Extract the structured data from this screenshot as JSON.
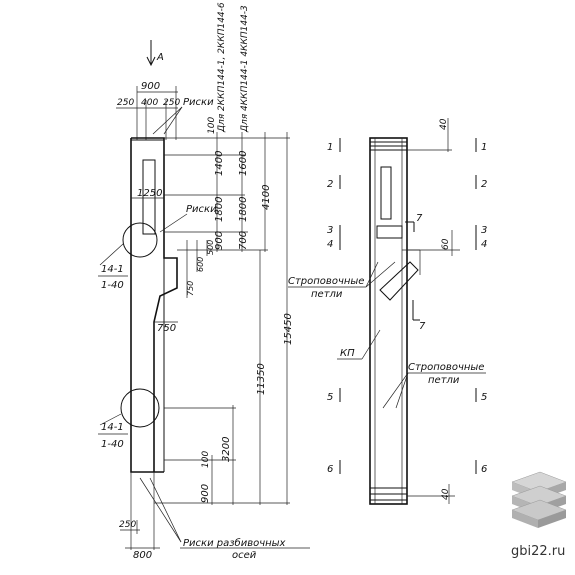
{
  "view_label": "A",
  "top_dims": [
    "900",
    "250",
    "400",
    "250"
  ],
  "marks_label": "Риски",
  "vdim_a": [
    "100",
    "1400",
    "1800",
    "900"
  ],
  "vdim_b": [
    "1600",
    "1800",
    "700"
  ],
  "vdim_total": [
    "4100",
    "15450"
  ],
  "column_labels": [
    "Для 2ККП144-1, 2ККП144-6",
    "Для 4ККП144-1  4ККП144-3"
  ],
  "dim_1250": "1250",
  "marks_label_2": "Риски",
  "small_dims": [
    "500",
    "600",
    "750"
  ],
  "dim_750": "750",
  "callout_1": {
    "top": "14-1",
    "bottom": "1-40"
  },
  "callout_2": {
    "top": "14-1",
    "bottom": "1-40"
  },
  "lower_dims": [
    "11350",
    "3200",
    "100",
    "900"
  ],
  "bottom_dims": [
    "250",
    "800"
  ],
  "axis_marks_label_1": "Риски разбивочных",
  "axis_marks_label_2": "осей",
  "sections": [
    "1",
    "2",
    "3",
    "4",
    "5",
    "6"
  ],
  "section_7": "7",
  "right_dims": [
    "40",
    "60",
    "40"
  ],
  "sling_loops_1": "Строповочные",
  "sling_loops_1b": "петли",
  "kp_label": "КП",
  "sling_loops_2": "Строповочные",
  "sling_loops_2b": "петли",
  "watermark": "gbi22.ru"
}
